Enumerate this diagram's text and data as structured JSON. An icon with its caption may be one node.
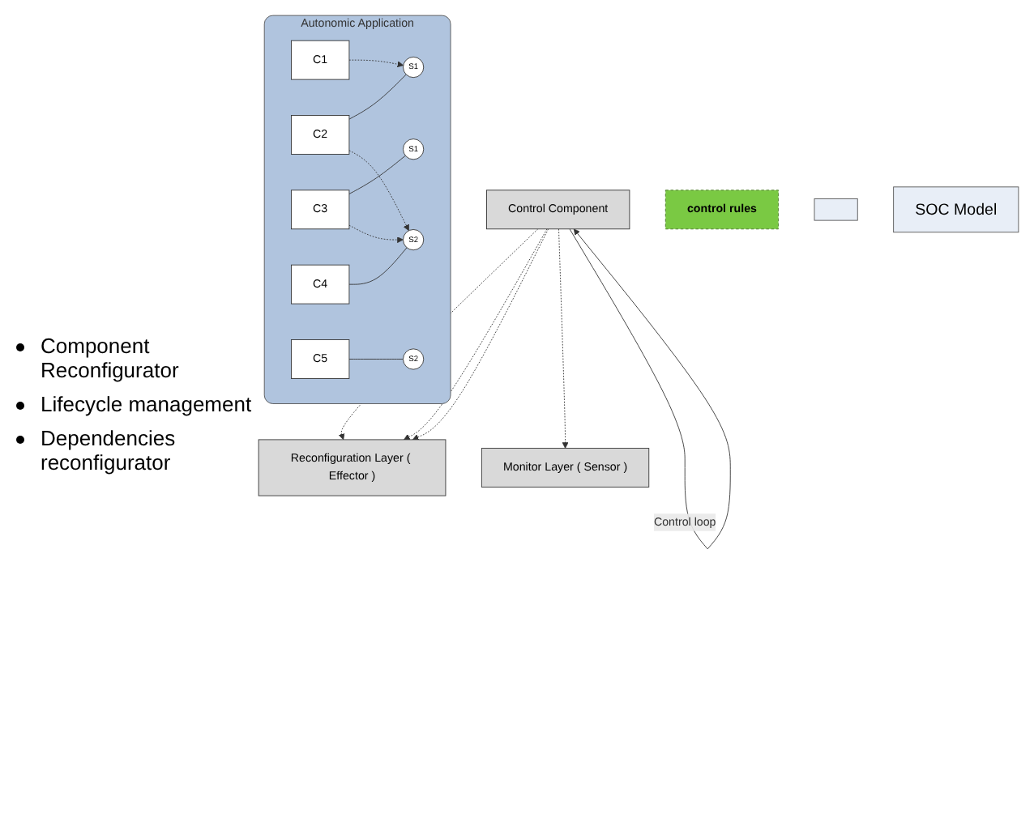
{
  "diagram": {
    "nodes": [
      {
        "text": [
          "Autonomic Application"
        ]
      },
      {
        "text": [
          "C1"
        ],
        "in": 0
      },
      {
        "text": [
          "C2"
        ],
        "in": 0
      },
      {
        "text": [
          "C3"
        ],
        "in": 0
      },
      {
        "text": [
          "C4"
        ],
        "in": 0
      },
      {
        "text": [
          "C5"
        ],
        "in": 0
      },
      {
        "text": [
          "S1"
        ],
        "in": 0
      },
      {
        "text": [
          "S1"
        ],
        "in": 0
      },
      {
        "text": [
          "S2"
        ],
        "in": 0
      },
      {
        "text": [
          "S2"
        ],
        "in": 0
      },
      {
        "text": [
          "Reconfiguration Layer ( Effector )"
        ]
      },
      {
        "text": [
          "Monitor Layer ( Sensor )"
        ]
      },
      {
        "text": [
          "Control Component"
        ]
      },
      {
        "text": [
          "control rules"
        ]
      },
      {
        "text": [],
        "shape": "box"
      },
      {
        "text": [
          "SOC Model"
        ]
      }
    ],
    "edges": [
      {
        "from": 2,
        "to": 6,
        "arrow": "none"
      },
      {
        "from": 3,
        "to": 7,
        "arrow": "none"
      },
      {
        "from": 4,
        "to": 8,
        "arrow": "none"
      },
      {
        "from": 5,
        "to": 9,
        "arrow": "none"
      },
      {
        "from": 1,
        "to": 6,
        "arrow": "to",
        "style": "dashed"
      },
      {
        "from": 2,
        "to": 8,
        "arrow": "to",
        "style": "dashed"
      },
      {
        "from": 3,
        "to": 8,
        "arrow": "to",
        "style": "dashed"
      },
      {
        "from": 12,
        "to": 10,
        "arrow": "to",
        "style": "dashed"
      },
      {
        "from": 12,
        "to": 10,
        "arrow": "to",
        "style": "dashed"
      },
      {
        "from": 12,
        "to": 10,
        "arrow": "to",
        "style": "dashed"
      },
      {
        "from": 12,
        "to": 11,
        "arrow": "to",
        "style": "dashed"
      },
      {
        "from": 12,
        "to": 12,
        "label": "Control loop",
        "arrow": "to"
      }
    ],
    "labels": [
      "Component Reconfigurator",
      "Lifecycle management",
      "Dependencies reconfigurator"
    ]
  }
}
